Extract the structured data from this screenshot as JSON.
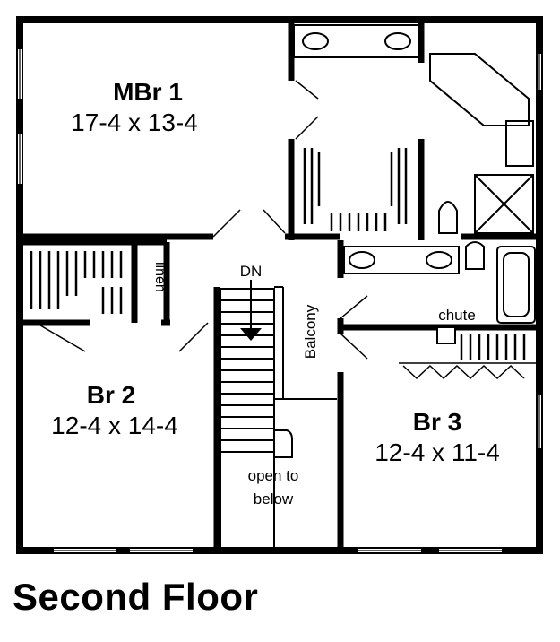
{
  "plan": {
    "title": "Second Floor",
    "rooms": {
      "mbr1": {
        "name": "MBr 1",
        "size": "17-4 x 13-4"
      },
      "br2": {
        "name": "Br 2",
        "size": "12-4 x 14-4"
      },
      "br3": {
        "name": "Br 3",
        "size": "12-4 x 11-4"
      }
    },
    "labels": {
      "linen": "linen",
      "dn": "DN",
      "balcony": "Balcony",
      "chute": "chute",
      "open_line1": "open to",
      "open_line2": "below"
    }
  }
}
